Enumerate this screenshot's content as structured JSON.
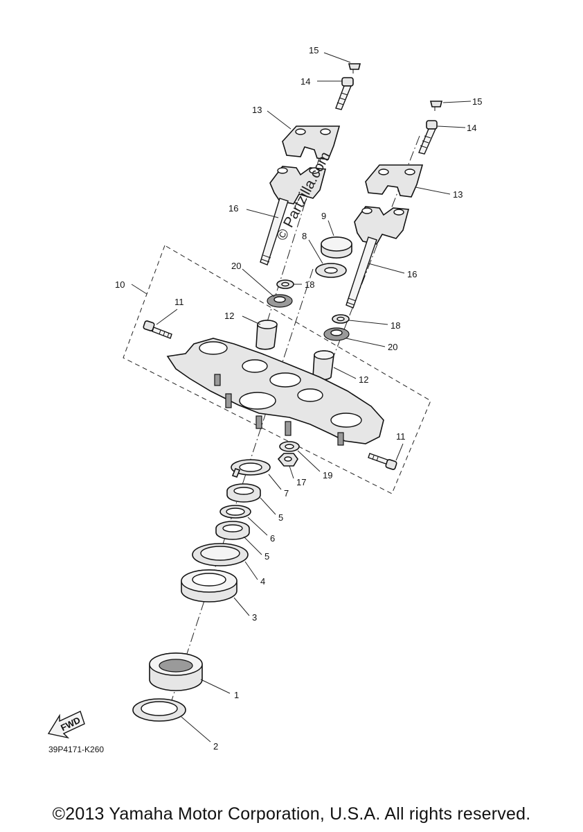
{
  "callouts": [
    {
      "id": "c15a",
      "text": "15"
    },
    {
      "id": "c14a",
      "text": "14"
    },
    {
      "id": "c13a",
      "text": "13"
    },
    {
      "id": "c16a",
      "text": "16"
    },
    {
      "id": "c15b",
      "text": "15"
    },
    {
      "id": "c14b",
      "text": "14"
    },
    {
      "id": "c13b",
      "text": "13"
    },
    {
      "id": "c9",
      "text": "9"
    },
    {
      "id": "c8",
      "text": "8"
    },
    {
      "id": "c16b",
      "text": "16"
    },
    {
      "id": "c20a",
      "text": "20"
    },
    {
      "id": "c18a",
      "text": "18"
    },
    {
      "id": "c10",
      "text": "10"
    },
    {
      "id": "c11a",
      "text": "11"
    },
    {
      "id": "c12a",
      "text": "12"
    },
    {
      "id": "c18b",
      "text": "18"
    },
    {
      "id": "c20b",
      "text": "20"
    },
    {
      "id": "c12b",
      "text": "12"
    },
    {
      "id": "c11b",
      "text": "11"
    },
    {
      "id": "c19",
      "text": "19"
    },
    {
      "id": "c17",
      "text": "17"
    },
    {
      "id": "c7",
      "text": "7"
    },
    {
      "id": "c5a",
      "text": "5"
    },
    {
      "id": "c6",
      "text": "6"
    },
    {
      "id": "c5b",
      "text": "5"
    },
    {
      "id": "c4",
      "text": "4"
    },
    {
      "id": "c3",
      "text": "3"
    },
    {
      "id": "c1",
      "text": "1"
    },
    {
      "id": "c2",
      "text": "2"
    }
  ],
  "fwd_label": "FWD",
  "diagram_code": "39P4171-K260",
  "watermark": "© Partzilla.com",
  "copyright": "©2013 Yamaha Motor Corporation, U.S.A. All rights reserved."
}
